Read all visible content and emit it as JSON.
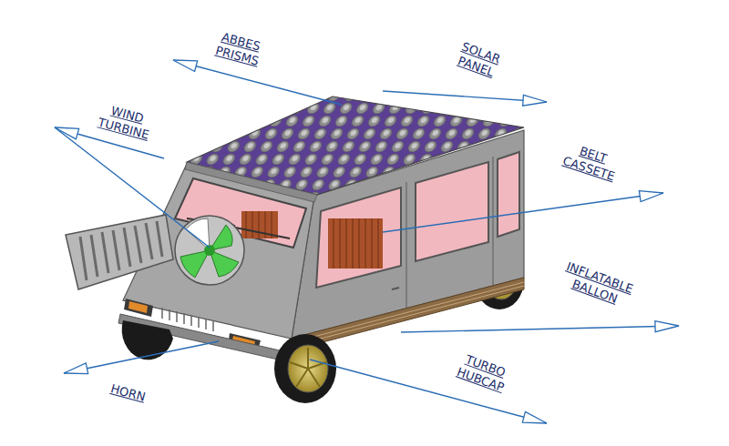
{
  "diagram": {
    "labels": [
      "ABBES PRISMS",
      "SOLAR PANEL",
      "WIND TURBINE",
      "BELT CASSETE",
      "INFLATABLE BALLON",
      "HORN",
      "TURBO HUBCAP"
    ]
  }
}
